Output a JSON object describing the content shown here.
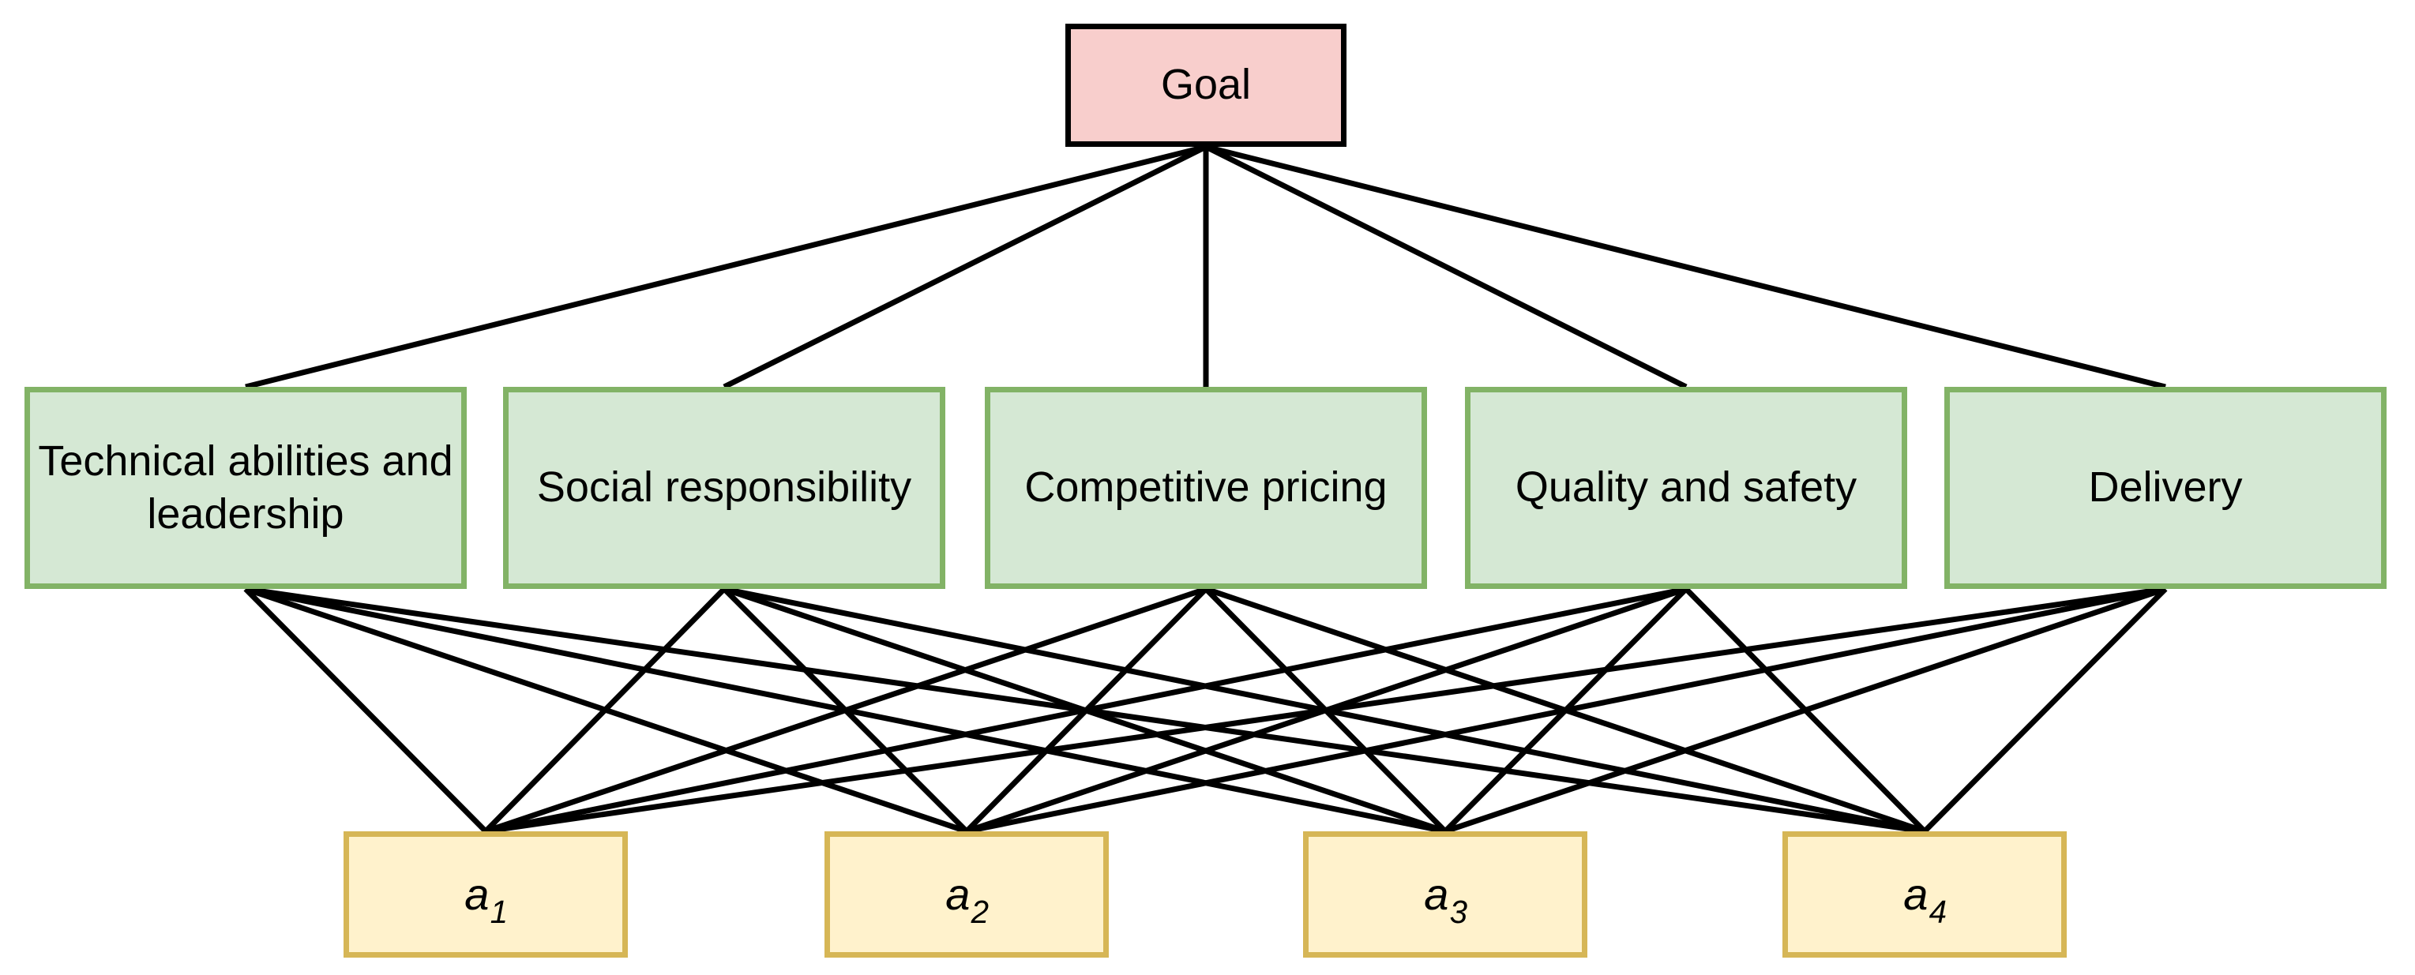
{
  "goal": {
    "label": "Goal"
  },
  "criteria": [
    {
      "label": "Technical abilities and leadership"
    },
    {
      "label": "Social responsibility"
    },
    {
      "label": "Competitive pricing"
    },
    {
      "label": "Quality and safety"
    },
    {
      "label": "Delivery"
    }
  ],
  "alternatives": [
    {
      "base": "a",
      "sub": "1"
    },
    {
      "base": "a",
      "sub": "2"
    },
    {
      "base": "a",
      "sub": "3"
    },
    {
      "base": "a",
      "sub": "4"
    }
  ],
  "colors": {
    "goal_fill": "#f8cecc",
    "goal_border": "#000000",
    "criterion_fill": "#d5e8d4",
    "criterion_border": "#82b366",
    "alternative_fill": "#fff2cc",
    "alternative_border": "#d6b656",
    "edge": "#000000",
    "text": "#000000",
    "background": "#ffffff"
  }
}
